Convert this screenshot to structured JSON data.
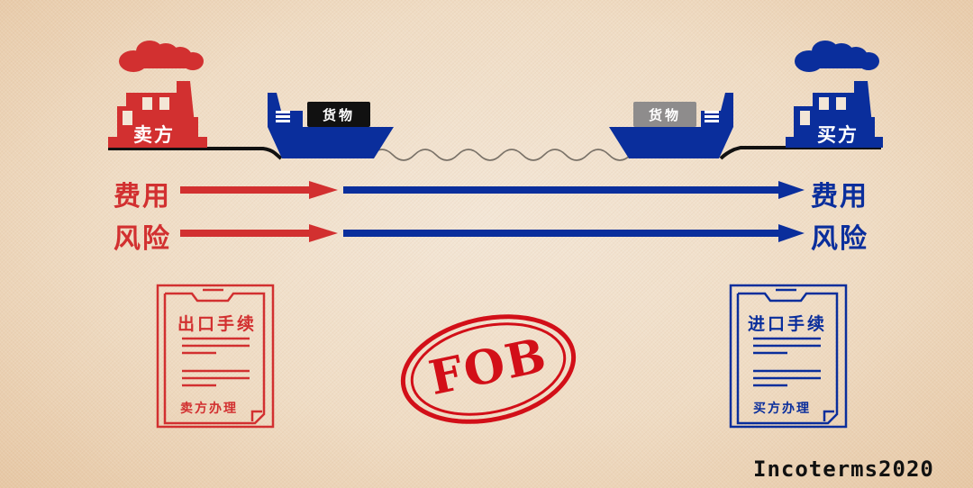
{
  "seller": {
    "factory_label": "卖方",
    "color": "#d23030"
  },
  "buyer": {
    "factory_label": "买方",
    "color": "#0a2e9c"
  },
  "ships": {
    "left_cargo_label": "货物",
    "right_cargo_label": "货物",
    "left_cargo_color": "#111111",
    "right_cargo_color": "#8e8c8c",
    "hull_color": "#0a2e9c"
  },
  "transfers": {
    "left_labels": [
      "费用",
      "风险"
    ],
    "right_labels": [
      "费用",
      "风险"
    ],
    "seller_color": "#d23030",
    "buyer_color": "#0a2e9c",
    "transfer_point_desc": "seller arrow ends at ship loading point; buyer arrow continues to buyer"
  },
  "documents": {
    "export": {
      "title": "出口手续",
      "footer": "卖方办理",
      "color": "#d23030"
    },
    "import": {
      "title": "进口手续",
      "footer": "买方办理",
      "color": "#0a2e9c"
    }
  },
  "stamp": {
    "text": "FOB",
    "color": "#d20f18"
  },
  "footer": {
    "text": "Incoterms2020"
  }
}
